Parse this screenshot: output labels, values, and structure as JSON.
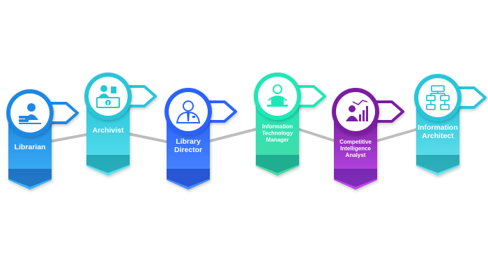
{
  "career_path": {
    "steps": [
      {
        "name": "librarian",
        "label_lines": [
          "Librarian"
        ],
        "icon": "librarian-icon",
        "color_top": "#1e88e5",
        "color_bottom": "#3fb6f5",
        "dark": "#0d47a1"
      },
      {
        "name": "archivist",
        "label_lines": [
          "Archivist"
        ],
        "icon": "archivist-icon",
        "color_top": "#26c6da",
        "color_bottom": "#5ee0f0",
        "dark": "#00838f"
      },
      {
        "name": "library-director",
        "label_lines": [
          "Library",
          "Director"
        ],
        "icon": "director-icon",
        "color_top": "#2962ff",
        "color_bottom": "#4f8dff",
        "dark": "#0d2fb0"
      },
      {
        "name": "information-technology-manager",
        "label_lines": [
          "Information",
          "Technology",
          "Manager"
        ],
        "icon": "it-manager-icon",
        "color_top": "#1de9b6",
        "color_bottom": "#4ed8a8",
        "dark": "#00897b"
      },
      {
        "name": "competitive-intelligence-analyst",
        "label_lines": [
          "Competitive",
          "Intelligence",
          "Analyst"
        ],
        "icon": "analyst-icon",
        "color_top": "#7b1fa2",
        "color_bottom": "#c24df0",
        "dark": "#4a148c"
      },
      {
        "name": "information-architect",
        "label_lines": [
          "Information",
          "Architect"
        ],
        "icon": "architect-icon",
        "color_top": "#26c6da",
        "color_bottom": "#6ee3ef",
        "dark": "#00838f"
      }
    ],
    "connector_color": "#bdbdbd"
  }
}
